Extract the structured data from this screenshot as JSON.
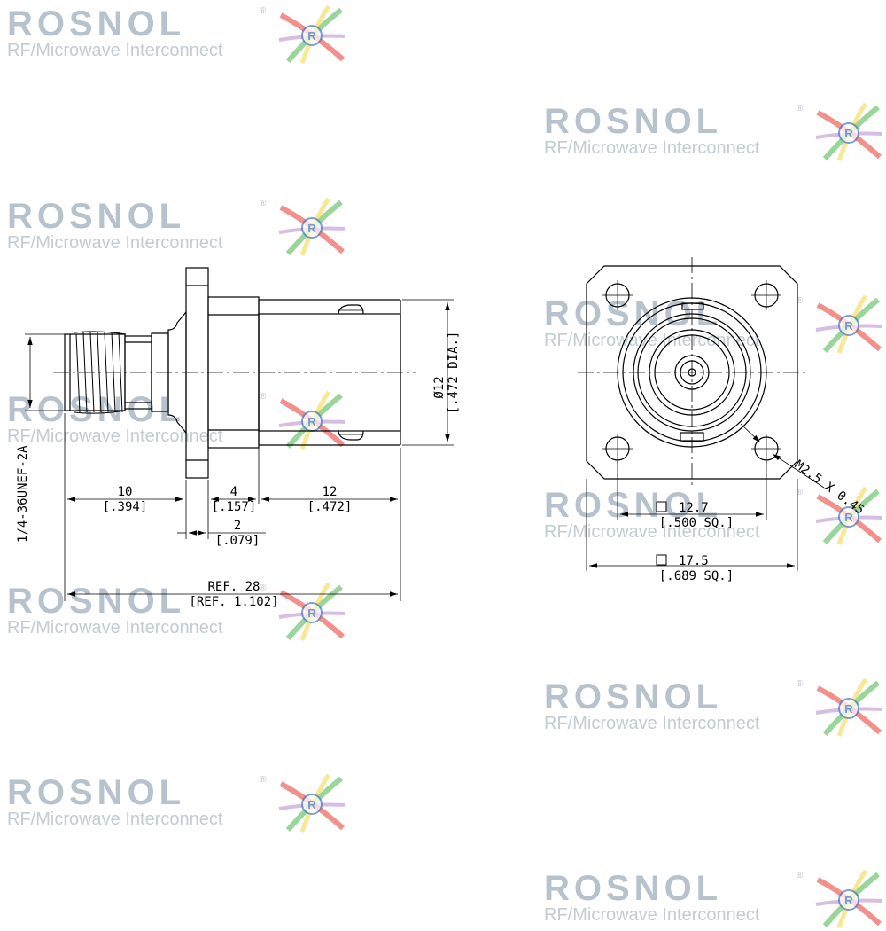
{
  "watermark": {
    "brand": "ROSNOL",
    "registered": "®",
    "tagline": "RF/Microwave Interconnect",
    "logo_letter": "R",
    "colors": {
      "text": "#b7c2cd",
      "red": "#e8352b",
      "green": "#47b54a",
      "yellow": "#f3d43a",
      "blue": "#4a78c4",
      "purple": "#9c5ab5"
    }
  },
  "side_view": {
    "thread": "1/4-36UNEF-2A",
    "dia_metric": "Ø12",
    "dia_inch": "[.472 DIA.]",
    "len_thread_mm": "10",
    "len_thread_in": "[.394]",
    "len_body_mm": "4",
    "len_body_in": "[.157]",
    "len_rear_mm": "12",
    "len_rear_in": "[.472]",
    "flange_mm": "2",
    "flange_in": "[.079]",
    "overall_mm": "REF. 28",
    "overall_in": "[REF. 1.102]"
  },
  "front_view": {
    "hole_spacing_mm": "12.7",
    "hole_spacing_in": "[.500 SQ.]",
    "flange_size_mm": "17.5",
    "flange_size_in": "[.689 SQ.]",
    "screw": "M2.5 X 0.45"
  }
}
